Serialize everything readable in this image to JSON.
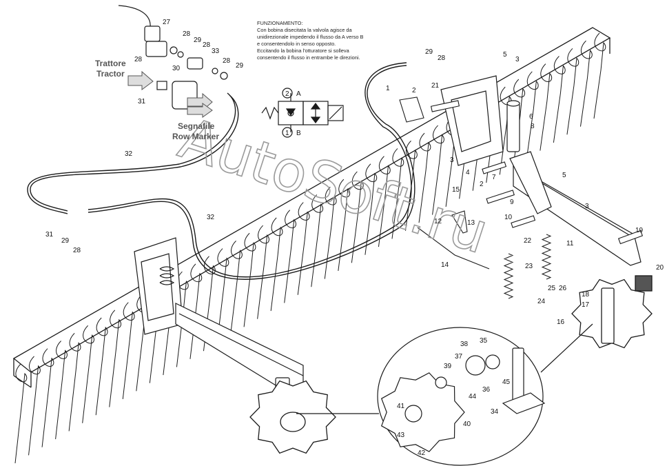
{
  "note": {
    "title": "FUNZIONAMENTO:",
    "lines": [
      "Con bobina disecitata la valvola agisce da",
      "unidirezionale impedendo il flusso da A verso B",
      "e consentendolo in senso opposto.",
      "Eccitando la bobina l'otturatore si solleva",
      "consentendo il flusso in entrambe le direzioni."
    ]
  },
  "labels": {
    "tractor_it": "Trattore",
    "tractor_en": "Tractor",
    "marker_it": "Segnafile",
    "marker_en": "Row Marker"
  },
  "valve_symbol": {
    "port_a_num": "2",
    "port_a": "A",
    "port_b_num": "1",
    "port_b": "B"
  },
  "watermark": "AutoSoft.ru",
  "callouts": [
    "1",
    "2",
    "3",
    "4",
    "5",
    "6",
    "7",
    "8",
    "9",
    "10",
    "11",
    "12",
    "13",
    "14",
    "15",
    "16",
    "17",
    "18",
    "19",
    "20",
    "21",
    "22",
    "23",
    "24",
    "25",
    "26",
    "27",
    "28",
    "29",
    "30",
    "31",
    "32",
    "33",
    "34",
    "35",
    "36",
    "37",
    "38",
    "39",
    "40",
    "41",
    "42",
    "43",
    "44",
    "45"
  ],
  "colors": {
    "line": "#1a1a1a",
    "watermark": "#9a9a9a"
  }
}
